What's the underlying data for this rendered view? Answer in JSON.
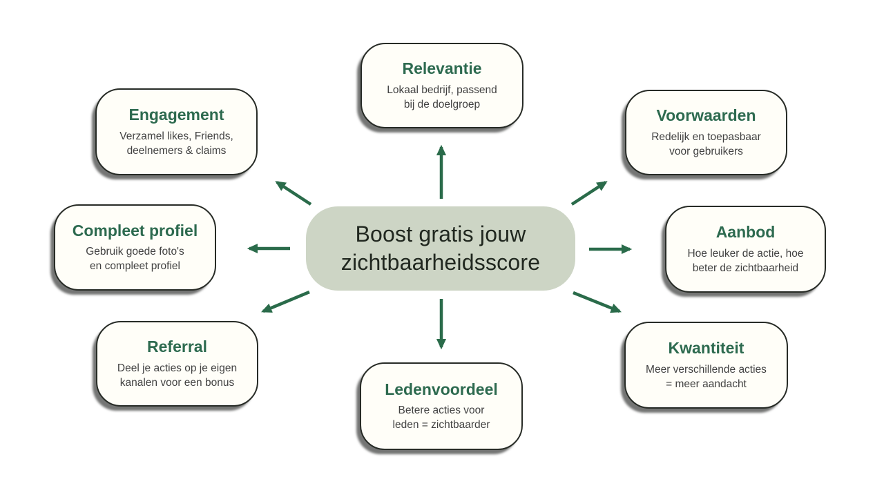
{
  "diagram": {
    "type": "mind-map",
    "center": {
      "label": "Boost gratis jouw\nzichtbaarheidsscore"
    },
    "nodes": [
      {
        "id": "relevantie",
        "position": "top",
        "title": "Relevantie",
        "description": "Lokaal bedrijf, passend\nbij de doelgroep"
      },
      {
        "id": "voorwaarden",
        "position": "top-right",
        "title": "Voorwaarden",
        "description": "Redelijk en toepasbaar\nvoor gebruikers"
      },
      {
        "id": "aanbod",
        "position": "right",
        "title": "Aanbod",
        "description": "Hoe leuker de actie, hoe\nbeter de zichtbaarheid"
      },
      {
        "id": "kwantiteit",
        "position": "bottom-right",
        "title": "Kwantiteit",
        "description": "Meer verschillende acties\n= meer aandacht"
      },
      {
        "id": "ledenvoordeel",
        "position": "bottom",
        "title": "Ledenvoordeel",
        "description": "Betere acties voor\nleden = zichtbaarder"
      },
      {
        "id": "referral",
        "position": "bottom-left",
        "title": "Referral",
        "description": "Deel je acties op je eigen\nkanalen voor een bonus"
      },
      {
        "id": "compleet-profiel",
        "position": "left",
        "title": "Compleet profiel",
        "description": "Gebruik goede foto's\nen compleet profiel"
      },
      {
        "id": "engagement",
        "position": "top-left",
        "title": "Engagement",
        "description": "Verzamel likes, Friends,\ndeelnemers & claims"
      }
    ],
    "connectors": "eight arrows radiating from center node outward"
  },
  "colors": {
    "accent": "#2d6a4f",
    "arrow": "#2a6b4a",
    "center_fill": "#cdd5c5",
    "node_fill": "#fffef8",
    "outline": "#272b26",
    "body_text": "#414141",
    "center_text": "#20271f",
    "background": "#ffffff"
  }
}
